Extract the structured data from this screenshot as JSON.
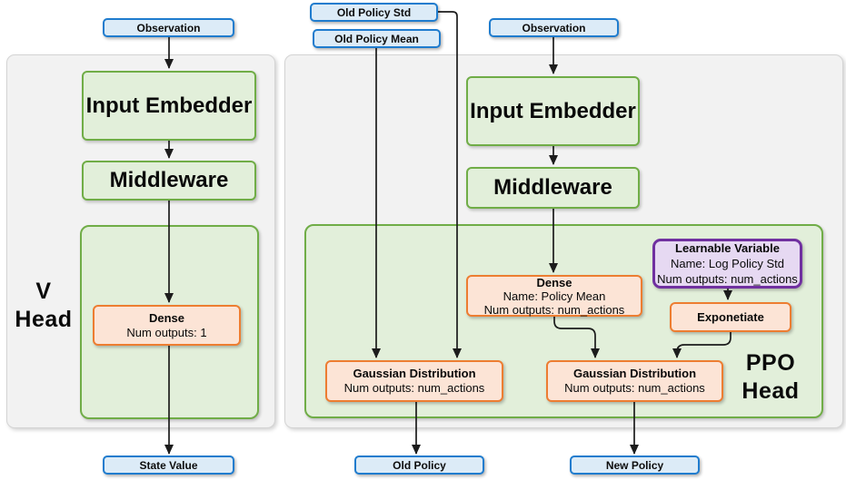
{
  "colors": {
    "io_pill_border": "#1f7cce",
    "io_pill_fill": "#dcebf7",
    "network_block_border": "#70ad47",
    "network_block_fill": "#e2efda",
    "layer_box_border": "#ed7d31",
    "layer_box_fill": "#fce4d6",
    "learnable_box_border": "#7030a0",
    "learnable_box_fill": "#e6d9f2",
    "panel_fill": "#f2f2f2",
    "panel_border": "#d4d4d4",
    "connector": "#1c1c1c"
  },
  "v_head": {
    "title_line1": "V",
    "title_line2": "Head",
    "observation_label": "Observation",
    "input_embedder_label": "Input Embedder",
    "middleware_label": "Middleware",
    "dense_title": "Dense",
    "dense_outputs": "Num outputs: 1",
    "output_label": "State Value"
  },
  "ppo_head": {
    "title_line1": "PPO",
    "title_line2": "Head",
    "old_policy_std_label": "Old Policy Std",
    "old_policy_mean_label": "Old Policy Mean",
    "observation_label": "Observation",
    "input_embedder_label": "Input Embedder",
    "middleware_label": "Middleware",
    "dense_title": "Dense",
    "dense_name": "Name: Policy Mean",
    "dense_outputs": "Num outputs: num_actions",
    "learnable_title": "Learnable Variable",
    "learnable_name": "Name: Log Policy Std",
    "learnable_outputs": "Num outputs: num_actions",
    "exponetiate_label": "Exponetiate",
    "gaussian_old_title": "Gaussian Distribution",
    "gaussian_old_outputs": "Num outputs: num_actions",
    "gaussian_new_title": "Gaussian Distribution",
    "gaussian_new_outputs": "Num outputs: num_actions",
    "old_policy_output_label": "Old Policy",
    "new_policy_output_label": "New Policy"
  }
}
